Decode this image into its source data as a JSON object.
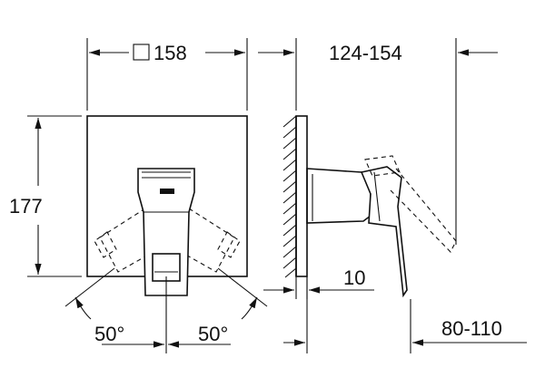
{
  "dimensions": {
    "width": "158",
    "height": "177",
    "projection": "124-154",
    "wall_gap": "10",
    "handle_range": "80-110",
    "angle_left": "50°",
    "angle_right": "50°"
  },
  "symbols": {
    "square_symbol": "square-icon"
  },
  "colors": {
    "line": "#111111",
    "background": "#ffffff"
  }
}
